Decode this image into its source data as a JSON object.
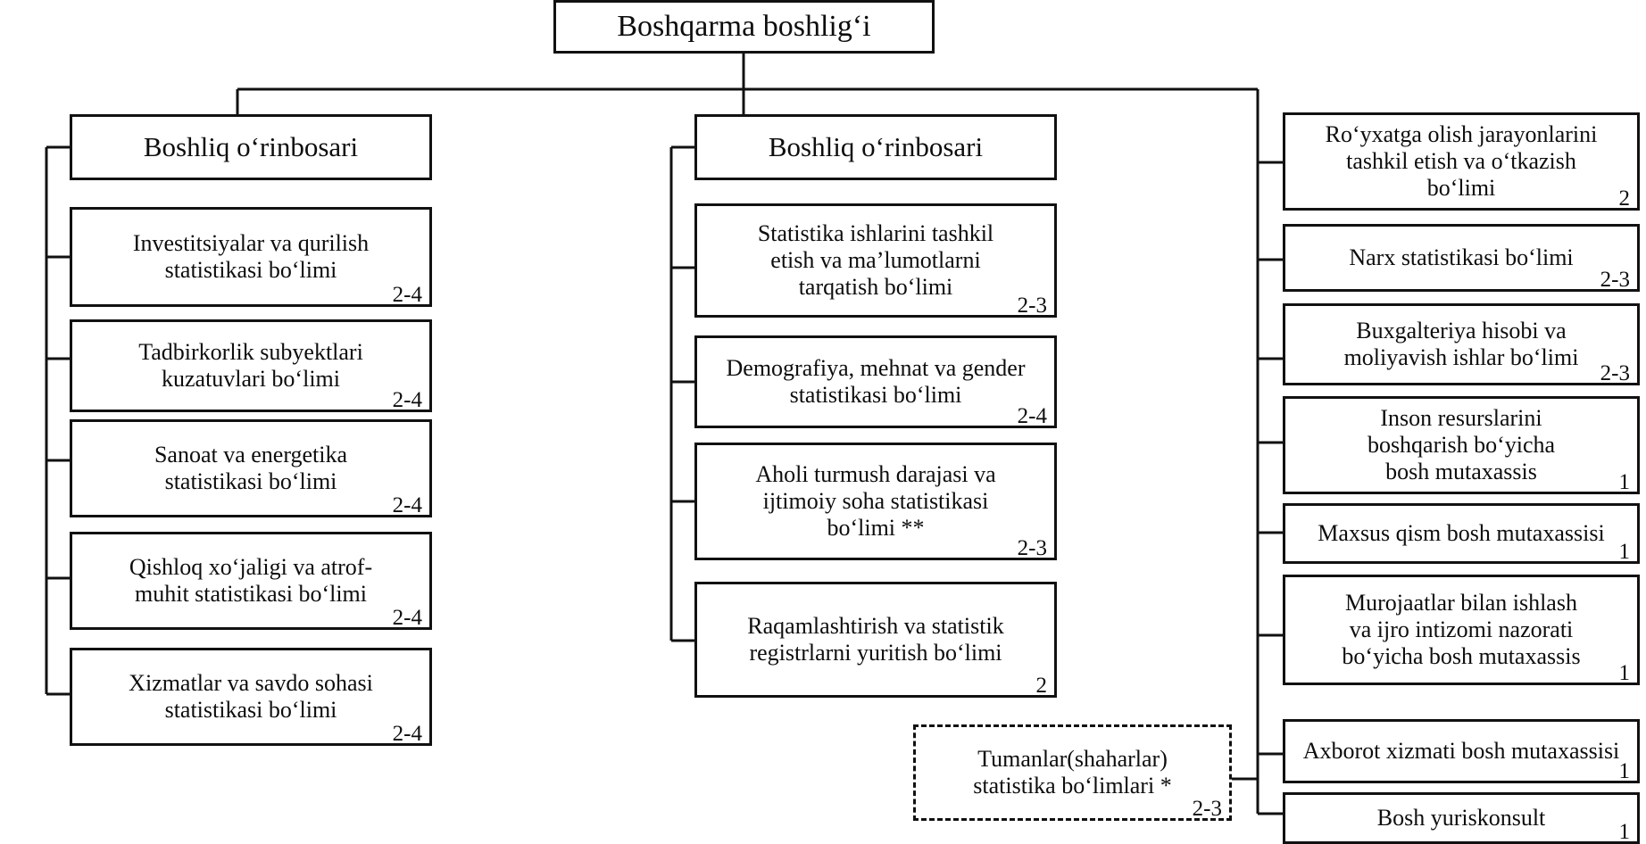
{
  "diagram": {
    "title": "Boshqarma boshlig'i",
    "root": {
      "label": "Boshqarma boshlig‘i"
    },
    "branches": {
      "left": {
        "head": {
          "label": "Boshliq o‘rinbosari",
          "count": ""
        },
        "units": [
          {
            "label": "Investitsiyalar va qurilish\nstatistikasi bo‘limi",
            "count": "2-4"
          },
          {
            "label": "Tadbirkorlik subyektlari\nkuzatuvlari bo‘limi",
            "count": "2-4"
          },
          {
            "label": "Sanoat va energetika\nstatistikasi bo‘limi",
            "count": "2-4"
          },
          {
            "label": "Qishloq xo‘jaligi va atrof-\nmuhit statistikasi bo‘limi",
            "count": "2-4"
          },
          {
            "label": "Xizmatlar va savdo sohasi\nstatistikasi bo‘limi",
            "count": "2-4"
          }
        ]
      },
      "middle": {
        "head": {
          "label": "Boshliq o‘rinbosari",
          "count": ""
        },
        "units": [
          {
            "label": "Statistika ishlarini tashkil\netish va ma’lumotlarni\ntarqatish bo‘limi",
            "count": "2-3"
          },
          {
            "label": "Demografiya, mehnat va gender\nstatistikasi bo‘limi",
            "count": "2-4"
          },
          {
            "label": "Aholi turmush darajasi va\nijtimoiy soha statistikasi\nbo‘limi **",
            "count": "2-3"
          },
          {
            "label": "Raqamlashtirish va statistik\nregistrlarni yuritish bo‘limi",
            "count": "2"
          }
        ]
      },
      "right": {
        "units": [
          {
            "label": "Ro‘yxatga olish jarayonlarini\ntashkil etish va o‘tkazish\nbo‘limi",
            "count": "2"
          },
          {
            "label": "Narx statistikasi bo‘limi",
            "count": "2-3"
          },
          {
            "label": "Buxgalteriya hisobi va\nmoliyavish ishlar bo‘limi",
            "count": "2-3"
          },
          {
            "label": "Inson resurslarini\nboshqarish bo‘yicha\nbosh mutaxassis",
            "count": "1"
          },
          {
            "label": "Maxsus qism bosh mutaxassisi",
            "count": "1"
          },
          {
            "label": "Murojaatlar bilan ishlash\nva ijro intizomi nazorati\nbo‘yicha bosh mutaxassis",
            "count": "1"
          },
          {
            "label": "Axborot xizmati bosh mutaxassisi",
            "count": "1"
          },
          {
            "label": "Bosh yuriskonsult",
            "count": "1"
          }
        ]
      },
      "detached": {
        "label": "Tumanlar(shaharlar)\nstatistika bo‘limlari *",
        "count": "2-3"
      }
    },
    "colors": {
      "line": "#111111",
      "background": "#ffffff",
      "text": "#0d0d0d"
    }
  }
}
